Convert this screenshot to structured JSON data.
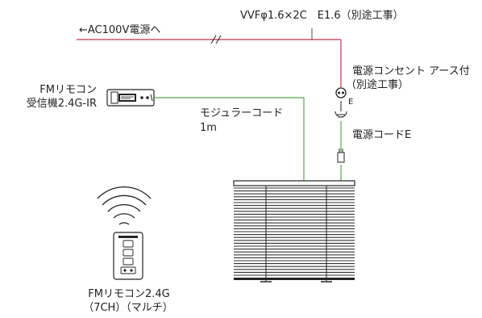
{
  "labels": {
    "power_source": "←AC100V電源へ",
    "cable_spec": "VVFφ1.6×2C　E1.6（別途工事）",
    "outlet_line1": "電源コンセント アース付",
    "outlet_line2": "（別途工事）",
    "outlet_e": "E",
    "receiver_line1": "FMリモコン",
    "receiver_line2": "受信機2.4G-IR",
    "modular_line1": "モジュラーコード",
    "modular_line2": "1m",
    "power_cord": "電源コードE",
    "remote_line1": "FMリモコン2.4G",
    "remote_line2": "（7CH）（マルチ）"
  },
  "colors": {
    "power_line": "#c2334d",
    "modular_line": "#5aa84a",
    "stroke": "#222222"
  },
  "icons": [
    "wireless-signal-icon",
    "outlet-icon",
    "ground-icon",
    "plug-icon"
  ]
}
